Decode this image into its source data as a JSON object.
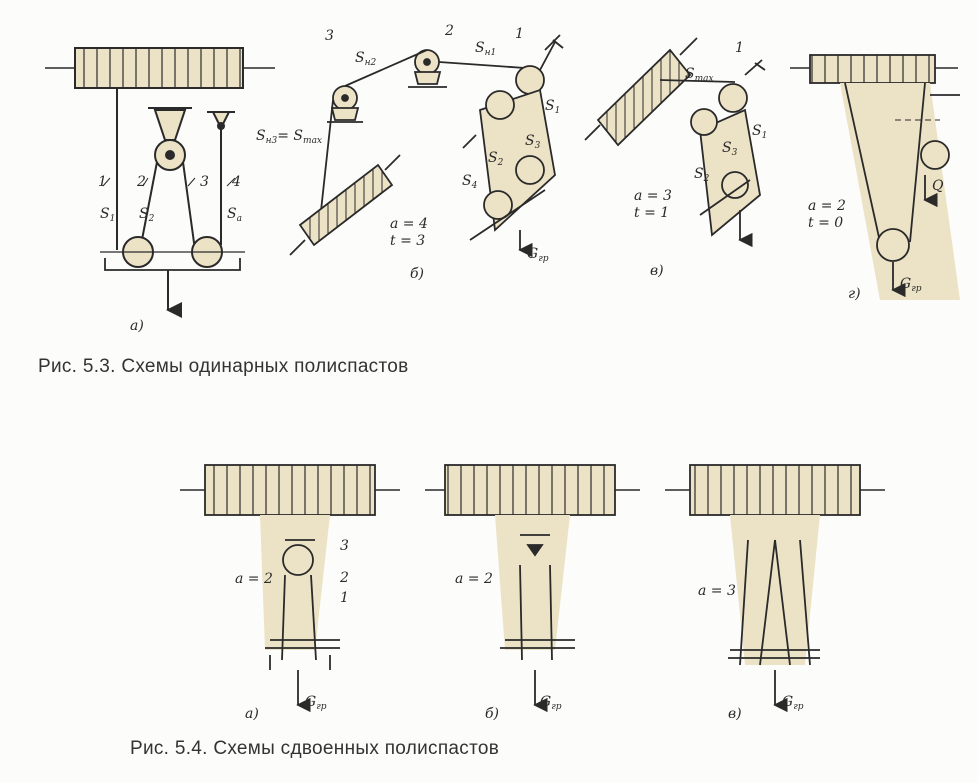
{
  "figure_53": {
    "caption": "Рис. 5.3. Схемы одинарных полиспастов",
    "panel_a": {
      "id": "а)",
      "callouts": [
        "1",
        "2",
        "3",
        "4"
      ],
      "branches": [
        "S",
        "S",
        "S"
      ],
      "branch_subs": [
        "1",
        "2",
        "a"
      ]
    },
    "panel_b": {
      "id": "б)",
      "callouts": [
        "3",
        "2",
        "1"
      ],
      "ropes": [
        "S",
        "S",
        "S",
        "S",
        "S",
        "S",
        "S"
      ],
      "rope_subs": [
        "н2",
        "н1",
        "1",
        "3",
        "2",
        "4",
        "н3"
      ],
      "smax": "= S",
      "smax_sub": "max",
      "params": [
        "a = 4",
        "t = 3"
      ],
      "load": "G",
      "load_sub": "гр"
    },
    "panel_v": {
      "id": "в)",
      "callouts": [
        "1"
      ],
      "ropes": [
        "S",
        "S",
        "S",
        "S"
      ],
      "rope_subs": [
        "max",
        "1",
        "3",
        "2"
      ],
      "params": [
        "a = 3",
        "t = 1"
      ]
    },
    "panel_g": {
      "id": "г)",
      "params": [
        "a = 2",
        "t = 0"
      ],
      "force": "Q",
      "load": "G",
      "load_sub": "гр"
    }
  },
  "figure_54": {
    "caption": "Рис. 5.4. Схемы сдвоенных полиспастов",
    "panel_a": {
      "id": "а)",
      "param": "a = 2",
      "callouts": [
        "3",
        "2",
        "1"
      ],
      "load": "G",
      "load_sub": "гр"
    },
    "panel_b": {
      "id": "б)",
      "param": "a = 2",
      "load": "G",
      "load_sub": "гр"
    },
    "panel_v": {
      "id": "в)",
      "param": "a = 3",
      "load": "G",
      "load_sub": "гр"
    }
  },
  "colors": {
    "ink": "#2a2a2a",
    "shade": "#ece3c6",
    "paper": "#fcfcfa"
  }
}
